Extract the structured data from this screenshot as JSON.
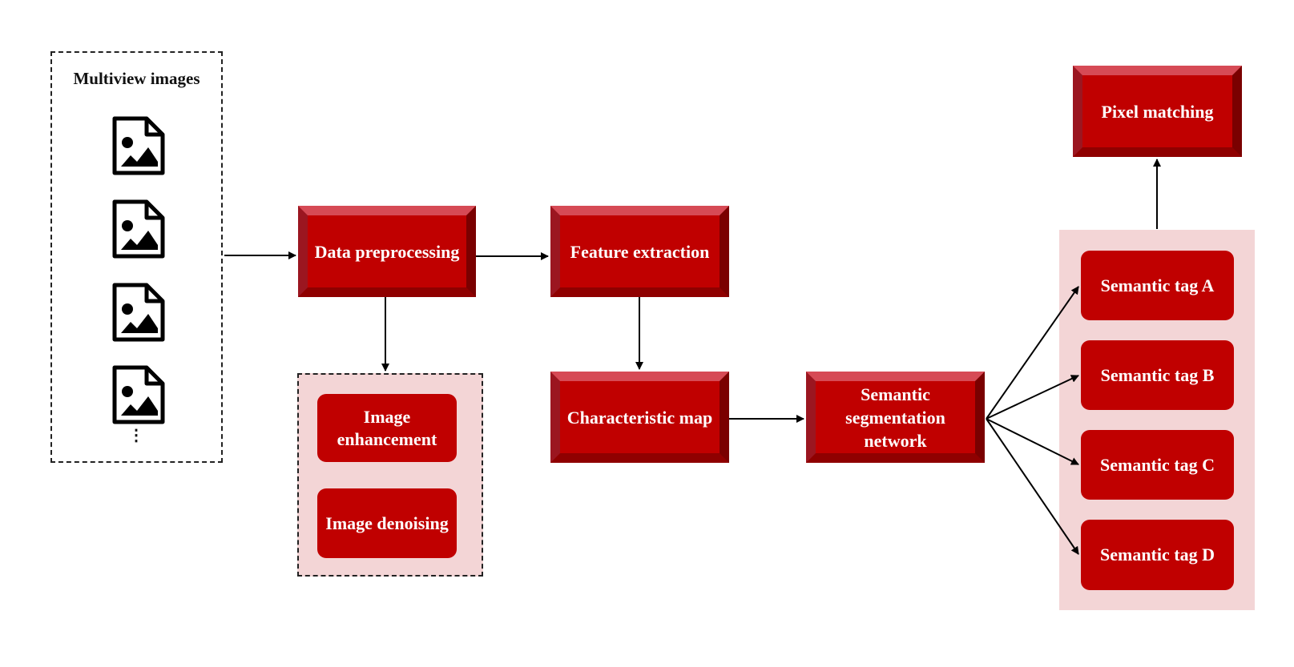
{
  "input": {
    "title": "Multiview images",
    "ellipsis": "⋮",
    "icons": [
      "image-file-icon",
      "image-file-icon",
      "image-file-icon",
      "image-file-icon"
    ]
  },
  "steps": {
    "data_preprocessing": "Data preprocessing",
    "feature_extraction": "Feature extraction",
    "characteristic_map": "Characteristic map",
    "semantic_segmentation": "Semantic segmentation network",
    "pixel_matching": "Pixel matching"
  },
  "preprocessing_substeps": {
    "image_enhancement": "Image enhancement",
    "image_denoising": "Image denoising"
  },
  "semantic_tags": {
    "a": "Semantic tag A",
    "b": "Semantic tag B",
    "c": "Semantic tag C",
    "d": "Semantic tag D"
  },
  "colors": {
    "block_red": "#c00000",
    "panel_pink": "#f3d5d6",
    "text_white": "#ffffff"
  }
}
